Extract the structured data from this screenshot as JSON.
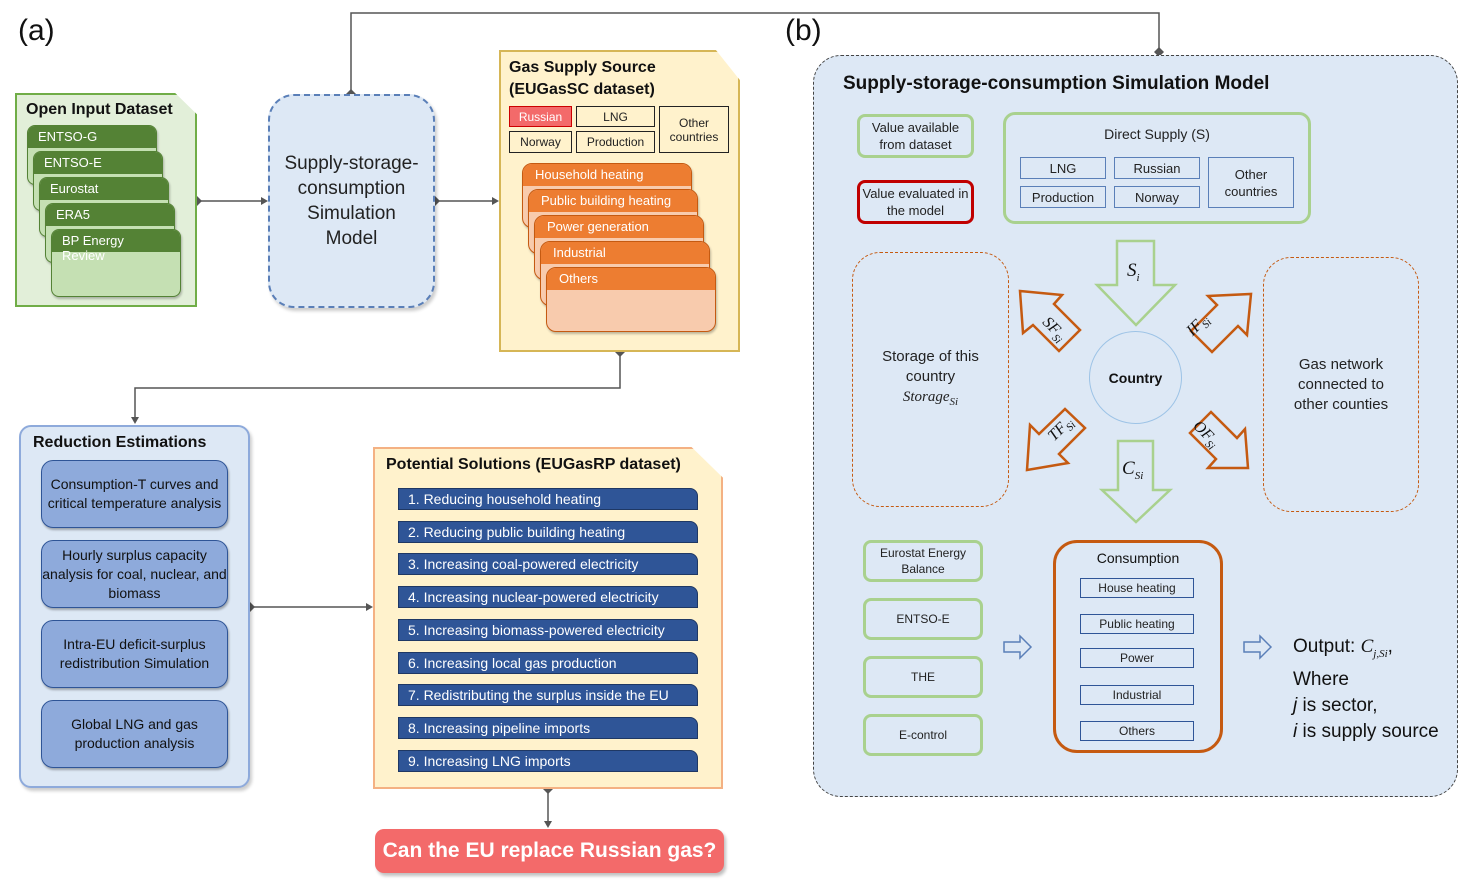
{
  "panel_labels": {
    "a": "(a)",
    "b": "(b)"
  },
  "open_input_dataset": {
    "title": "Open Input Dataset",
    "items": [
      "ENTSO-G",
      "ENTSO-E",
      "Eurostat",
      "ERA5",
      "BP Energy Review"
    ]
  },
  "simulation_model": {
    "lines": [
      "Supply-storage-",
      "consumption",
      "Simulation",
      "Model"
    ]
  },
  "gas_supply_source": {
    "title_line1": "Gas Supply Source",
    "title_line2": "(EUGasSC dataset)",
    "sources": {
      "russian": "Russian",
      "lng": "LNG",
      "norway": "Norway",
      "production": "Production",
      "other": "Other countries"
    },
    "sectors": [
      "Household heating",
      "Public building heating",
      "Power generation",
      "Industrial",
      "Others"
    ],
    "highlight_color": "#f36a6a"
  },
  "reduction_estimations": {
    "title": "Reduction Estimations",
    "items": [
      "Consumption-T curves and critical temperature analysis",
      "Hourly surplus capacity analysis for coal, nuclear, and biomass",
      "Intra-EU deficit-surplus redistribution Simulation",
      "Global LNG and gas production analysis"
    ]
  },
  "potential_solutions": {
    "title": "Potential Solutions (EUGasRP dataset)",
    "items": [
      "1. Reducing household heating",
      "2. Reducing public building heating",
      "3. Increasing coal-powered electricity",
      "4. Increasing nuclear-powered electricity",
      "5. Increasing biomass-powered electricity",
      "6. Increasing local gas production",
      "7. Redistributing the surplus inside the EU",
      "8. Increasing pipeline imports",
      "9. Increasing LNG imports"
    ]
  },
  "question": "Can the EU replace Russian gas?",
  "model_detail": {
    "title": "Supply-storage-consumption Simulation Model",
    "legend": {
      "dataset": "Value available from dataset",
      "evaluated": "Value evaluated in the model"
    },
    "direct_supply": {
      "title": "Direct Supply (S)",
      "items": {
        "lng": "LNG",
        "russian": "Russian",
        "production": "Production",
        "norway": "Norway",
        "other": "Other countries"
      }
    },
    "storage": {
      "line1": "Storage of this",
      "line2": "country",
      "math": "Storage",
      "sub": "Si"
    },
    "network": "Gas network connected to other counties",
    "country": "Country",
    "flows": {
      "supply": "S",
      "supply_sub": "i",
      "consumption": "C",
      "consumption_sub": "Si",
      "sf": "SF",
      "if": "IF",
      "tf": "TF",
      "of": "OF",
      "flow_sub": "Si"
    },
    "data_sources": [
      "Eurostat Energy Balance",
      "ENTSO-E",
      "THE",
      "E-control"
    ],
    "consumption": {
      "title": "Consumption",
      "items": [
        "House heating",
        "Public heating",
        "Power",
        "Industrial",
        "Others"
      ]
    },
    "output": {
      "prefix": "Output: ",
      "math": "C",
      "sub": "j,Si",
      "line2": "Where",
      "line3_var": "j",
      "line3": " is sector,",
      "line4_var": "i",
      "line4": " is supply source"
    }
  }
}
